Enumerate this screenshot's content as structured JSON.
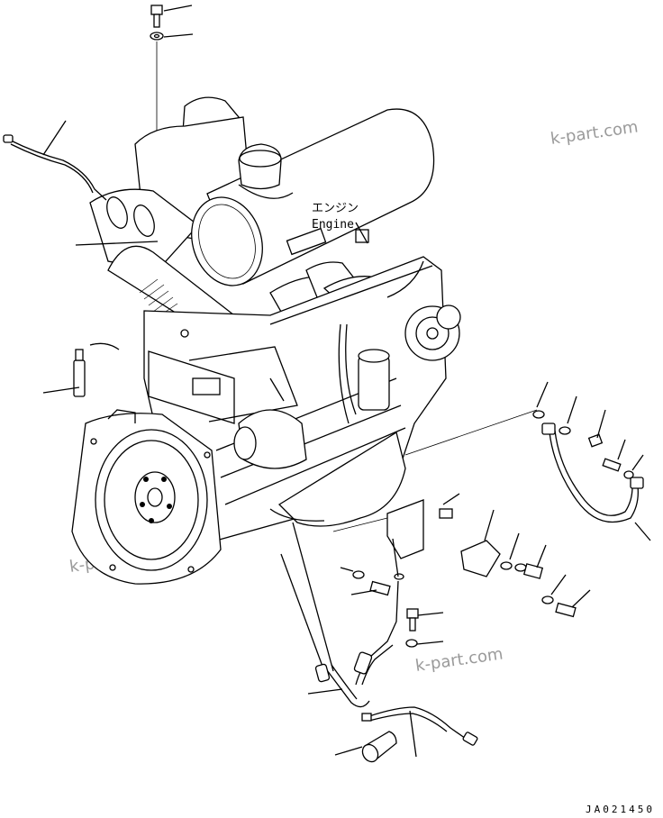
{
  "engine_label_jp": "エンジン",
  "engine_label_en": "Engine",
  "watermarks": [
    "k-part.com",
    "k-part.com",
    "k-part.com"
  ],
  "drawing_code": "JA021450"
}
